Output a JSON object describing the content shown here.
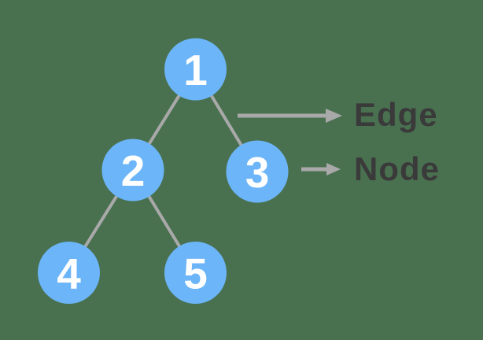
{
  "background_color": "#497150",
  "colors": {
    "node_fill": "#6cb5f8",
    "node_text": "#ffffff",
    "edge_line": "#a9a9a9",
    "arrow": "#a9a9a9",
    "label_text": "#3a3a3a"
  },
  "tree": {
    "nodes": [
      {
        "id": "1",
        "value": "1"
      },
      {
        "id": "2",
        "value": "2"
      },
      {
        "id": "3",
        "value": "3"
      },
      {
        "id": "4",
        "value": "4"
      },
      {
        "id": "5",
        "value": "5"
      }
    ],
    "edges": [
      {
        "from": "1",
        "to": "2"
      },
      {
        "from": "1",
        "to": "3"
      },
      {
        "from": "2",
        "to": "4"
      },
      {
        "from": "2",
        "to": "5"
      }
    ]
  },
  "annotations": {
    "edge": {
      "label": "Edge"
    },
    "node": {
      "label": "Node"
    }
  }
}
